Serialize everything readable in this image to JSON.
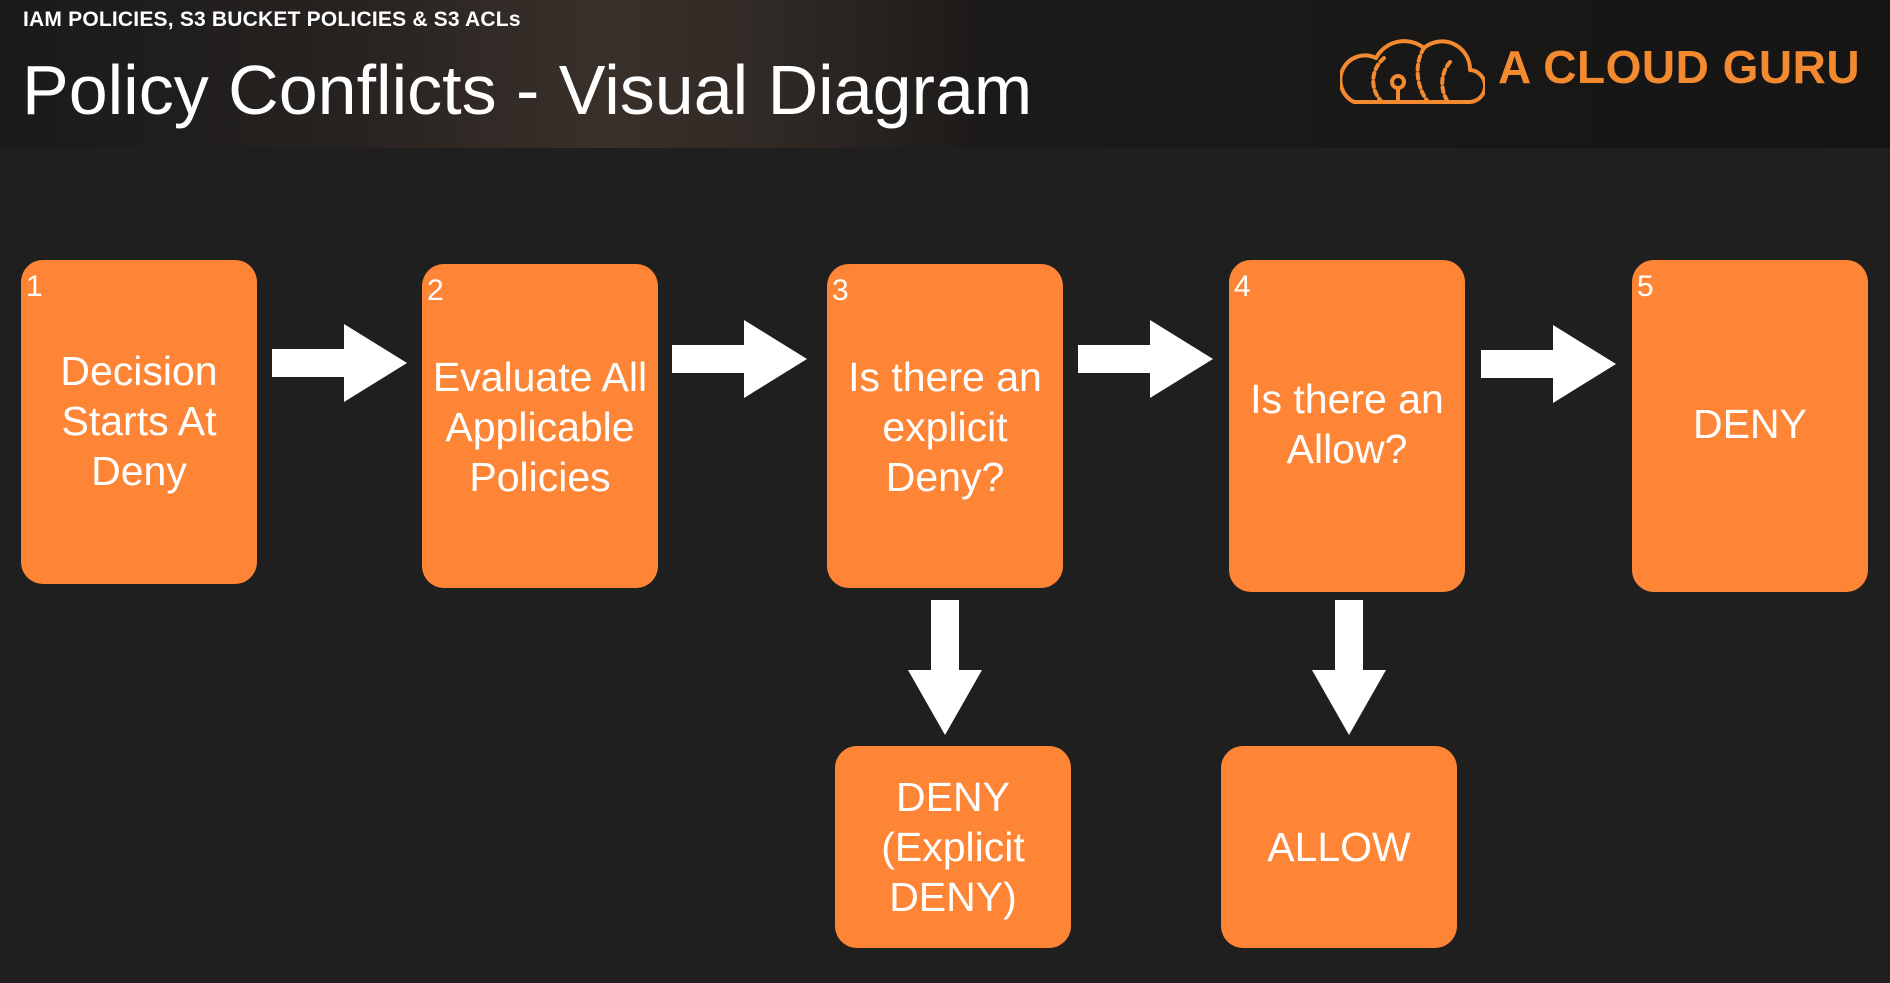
{
  "header": {
    "kicker": "IAM POLICIES, S3 BUCKET POLICIES & S3 ACLs",
    "title": "Policy Conflicts - Visual Diagram",
    "brand": "A CLOUD GURU"
  },
  "colors": {
    "box": "#fe8535",
    "brand": "#f48a2f",
    "background": "#1f1f1f",
    "arrow": "#ffffff"
  },
  "diagram": {
    "steps": [
      {
        "number": "1",
        "text": "Decision\nStarts At\nDeny"
      },
      {
        "number": "2",
        "text": "Evaluate All\nApplicable\nPolicies"
      },
      {
        "number": "3",
        "text": "Is there an\nexplicit\nDeny?"
      },
      {
        "number": "4",
        "text": "Is there an\nAllow?"
      },
      {
        "number": "5",
        "text": "DENY"
      }
    ],
    "outcomes": [
      {
        "text": "DENY\n(Explicit\nDENY)"
      },
      {
        "text": "ALLOW"
      }
    ]
  }
}
